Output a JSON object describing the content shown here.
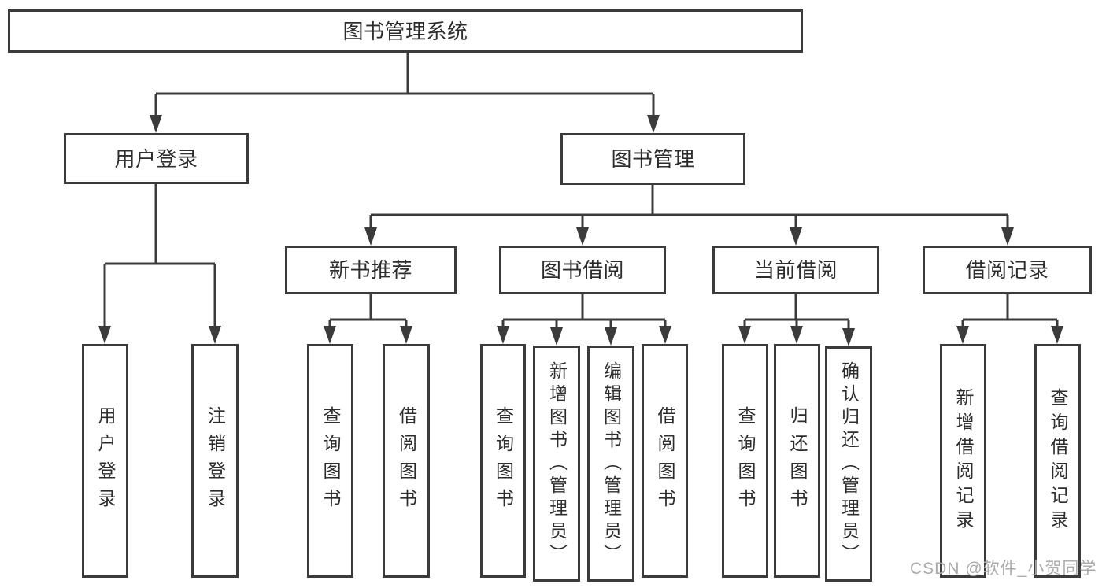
{
  "diagram": {
    "root": {
      "label": "图书管理系统"
    },
    "branches": [
      {
        "label": "用户登录",
        "leaves": [
          {
            "label": "用户登录"
          },
          {
            "label": "注销登录"
          }
        ]
      },
      {
        "label": "图书管理",
        "groups": [
          {
            "label": "新书推荐",
            "leaves": [
              {
                "label": "查询图书"
              },
              {
                "label": "借阅图书"
              }
            ]
          },
          {
            "label": "图书借阅",
            "leaves": [
              {
                "label": "查询图书"
              },
              {
                "label": "新增图书（管理员）"
              },
              {
                "label": "编辑图书（管理员）"
              },
              {
                "label": "借阅图书"
              }
            ]
          },
          {
            "label": "当前借阅",
            "leaves": [
              {
                "label": "查询图书"
              },
              {
                "label": "归还图书"
              },
              {
                "label": "确认归还（管理员）"
              }
            ]
          },
          {
            "label": "借阅记录",
            "leaves": [
              {
                "label": "新增借阅记录"
              },
              {
                "label": "查询借阅记录"
              }
            ]
          }
        ]
      }
    ]
  },
  "watermark": {
    "text": "CSDN @软件_小贺同学"
  },
  "colors": {
    "line": "#3b3b3b",
    "box_border": "#3b3b3b",
    "text": "#2d2d2d",
    "watermark": "#ababab",
    "background": "#ffffff"
  }
}
